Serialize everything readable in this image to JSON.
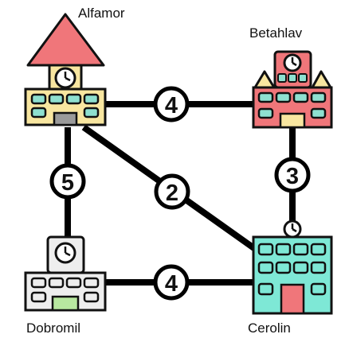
{
  "towns": {
    "alfamor": "Alfamor",
    "betahlav": "Betahlav",
    "cerolin": "Cerolin",
    "dobromil": "Dobromil"
  },
  "roads": [
    {
      "from": "Alfamor",
      "to": "Betahlav",
      "weight": "4"
    },
    {
      "from": "Alfamor",
      "to": "Dobromil",
      "weight": "5"
    },
    {
      "from": "Alfamor",
      "to": "Cerolin",
      "weight": "2"
    },
    {
      "from": "Betahlav",
      "to": "Cerolin",
      "weight": "3"
    },
    {
      "from": "Dobromil",
      "to": "Cerolin",
      "weight": "4"
    }
  ],
  "colors": {
    "alfamor_building": "#f8e6a0",
    "alfamor_roof": "#f0767a",
    "betahlav_building": "#f0767a",
    "betahlav_roof": "#f8e6a0",
    "cerolin_building": "#7ee8d6",
    "cerolin_door": "#f0767a",
    "dobromil_building": "#eeeeee",
    "dobromil_door": "#b8e8a0",
    "window": "#8ee0d0",
    "road": "#000000"
  }
}
